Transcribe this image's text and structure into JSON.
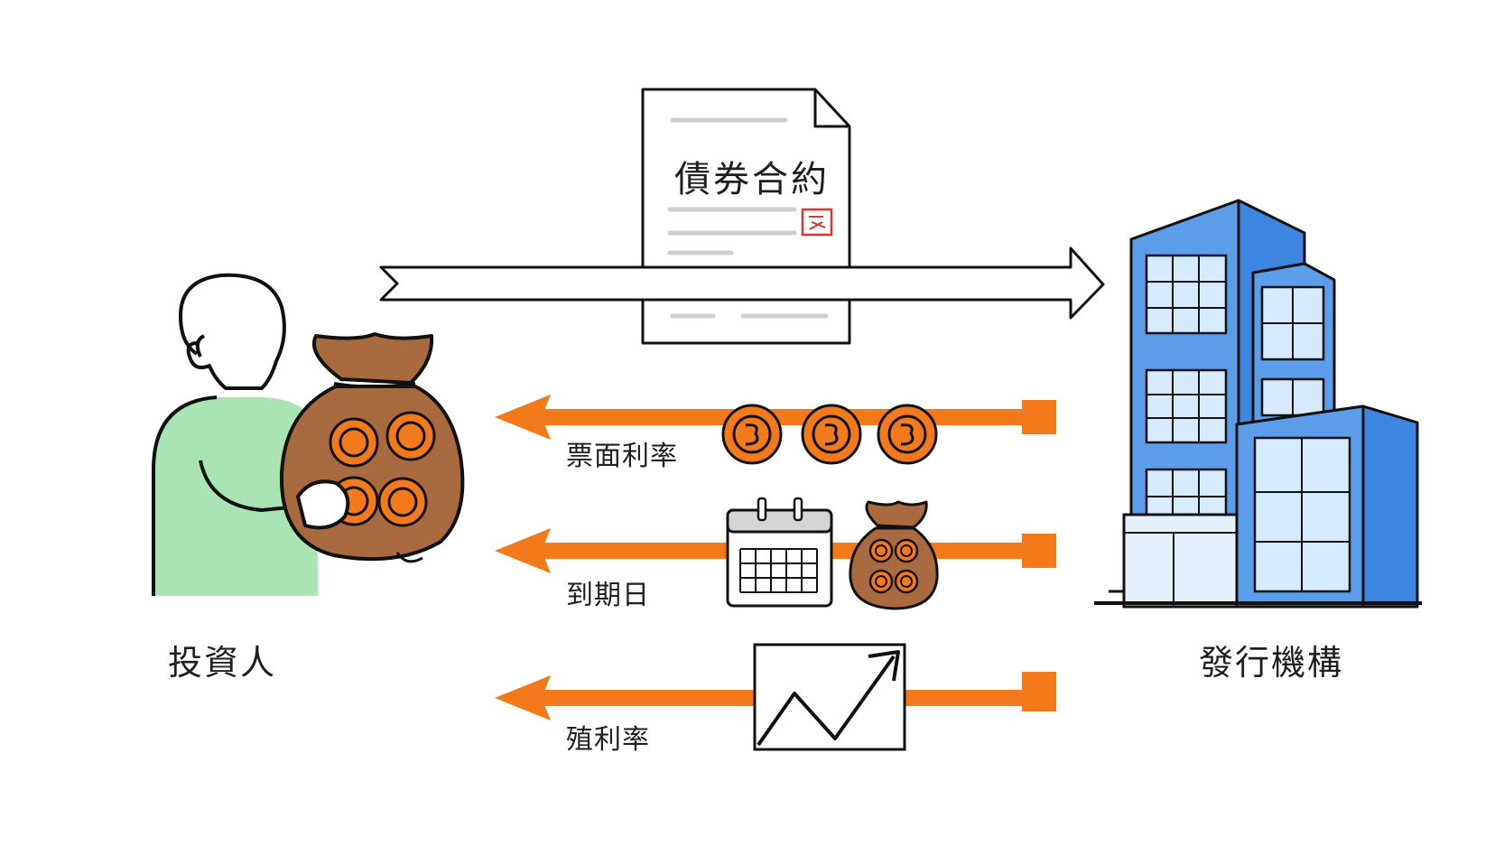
{
  "document": {
    "title": "債券合約"
  },
  "investor": {
    "label": "投資人"
  },
  "issuer": {
    "label": "發行機構"
  },
  "flows": [
    {
      "label": "票面利率"
    },
    {
      "label": "到期日"
    },
    {
      "label": "殖利率"
    }
  ],
  "colors": {
    "orange": "#f27a1a",
    "bag_brown": "#a86a3e",
    "shirt_green": "#a9e4b4",
    "building_blue": "#3f86e0",
    "stamp_red": "#d9342b"
  },
  "icons": [
    "investor-person-icon",
    "money-bag-icon",
    "bond-document-icon",
    "office-building-icon",
    "coin-icon",
    "calendar-icon",
    "line-chart-icon",
    "seal-stamp-icon"
  ]
}
